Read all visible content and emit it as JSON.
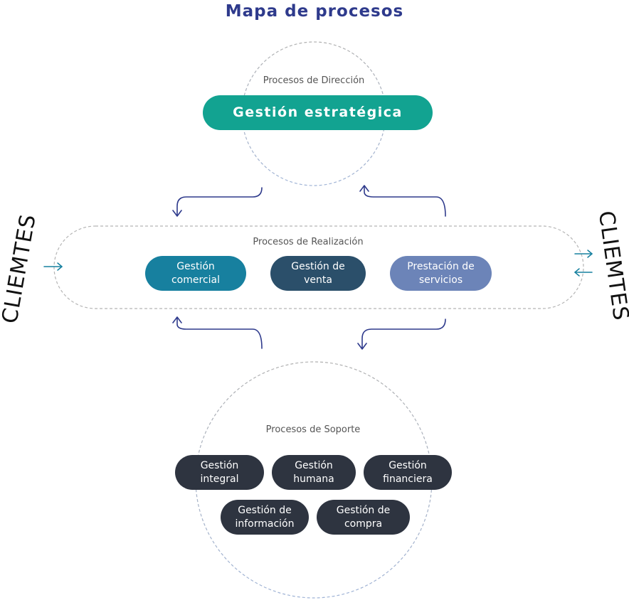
{
  "title": "Mapa de procesos",
  "sections": {
    "direccion": {
      "label": "Procesos de Dirección",
      "items": [
        "Gestión estratégica"
      ]
    },
    "realizacion": {
      "label": "Procesos de Realización",
      "items": [
        "Gestión\ncomercial",
        "Gestión de\nventa",
        "Prestación de\nservicios"
      ]
    },
    "soporte": {
      "label": "Procesos de Soporte",
      "items": [
        "Gestión\nintegral",
        "Gestión\nhumana",
        "Gestión\nfinanciera",
        "Gestión de\ninformación",
        "Gestión de\ncompra"
      ]
    }
  },
  "clients": {
    "left": "CLIEMTES",
    "right": "CLIEMTES"
  },
  "colors": {
    "title": "#2e3a8c",
    "strategic": "#12a391",
    "comercial": "#17809f",
    "venta": "#2b4f6a",
    "servicios": "#6c84b8",
    "soporte": "#2e3440",
    "connector": "#2e3a8c",
    "client_arrow": "#17809f"
  }
}
